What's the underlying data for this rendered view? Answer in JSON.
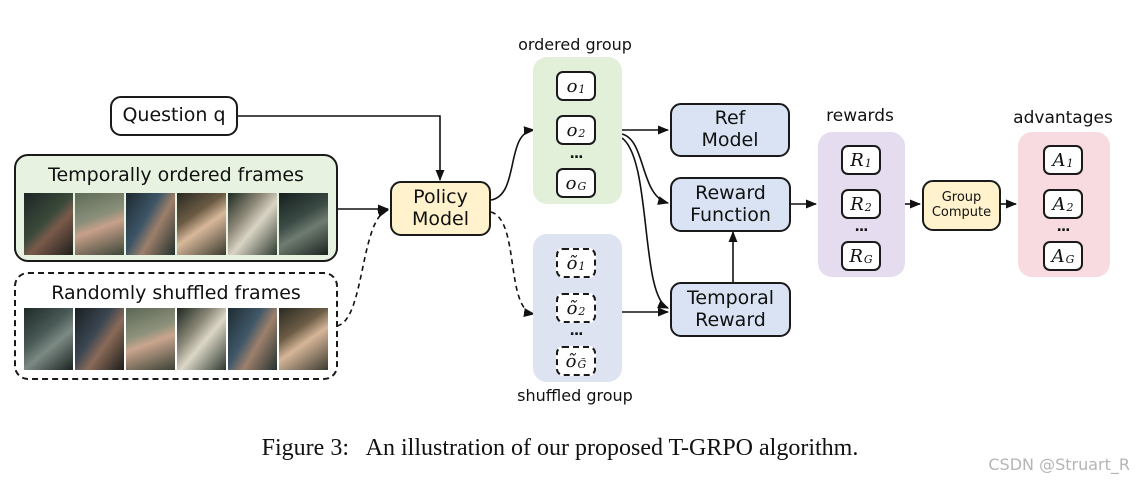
{
  "question": {
    "label": "Question q"
  },
  "ordered_frames": {
    "label": "Temporally ordered frames"
  },
  "shuffled_frames": {
    "label": "Randomly shuffled frames"
  },
  "policy": {
    "label": "Policy Model"
  },
  "ordered_group": {
    "title": "ordered group",
    "tokens": [
      "o",
      "o",
      "o"
    ],
    "subs": [
      "1",
      "2",
      "G"
    ],
    "dots": "..."
  },
  "shuffled_group": {
    "title": "shuffled group",
    "tokens": [
      "õ",
      "õ",
      "õ"
    ],
    "subs": [
      "1",
      "2",
      "G̃"
    ],
    "dots": "..."
  },
  "ref_model": {
    "label": "Ref Model"
  },
  "reward_function": {
    "label": "Reward Function"
  },
  "temporal_reward": {
    "label": "Temporal Reward"
  },
  "rewards": {
    "title": "rewards",
    "tokens": [
      "R",
      "R",
      "R"
    ],
    "subs": [
      "1",
      "2",
      "G"
    ],
    "dots": "..."
  },
  "group_compute": {
    "label": "Group Compute"
  },
  "advantages": {
    "title": "advantages",
    "tokens": [
      "A",
      "A",
      "A"
    ],
    "subs": [
      "1",
      "2",
      "G"
    ],
    "dots": "..."
  },
  "caption": {
    "label": "Figure 3:",
    "text": "An illustration of our proposed T-GRPO algorithm."
  },
  "watermark": "CSDN @Struart_R",
  "colors": {
    "ordered_group_bg": "#e2f0d9",
    "shuffled_group_bg": "#dde3f1",
    "model_box_bg": "#dae3f3",
    "policy_bg": "#fff2cc",
    "rewards_bg": "#e5dcef",
    "advantages_bg": "#f8dbe0",
    "frames_box_bg": "#e8f2e0"
  },
  "icons": {
    "frames_ordered": "movie-frames-image",
    "frames_shuffled": "movie-frames-image"
  }
}
